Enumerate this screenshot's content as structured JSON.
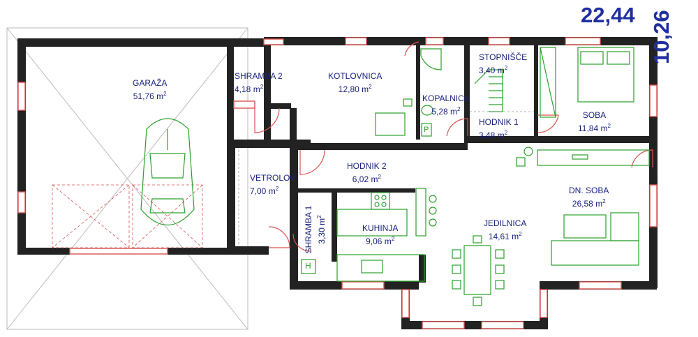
{
  "dimensions": {
    "width": "22,44",
    "height": "10,26"
  },
  "rooms": {
    "garaza": {
      "name": "GARAŽA",
      "area": "51,76 m"
    },
    "shramba2": {
      "name": "SHRAMBA 2",
      "area": "4,18 m"
    },
    "kotlovnica": {
      "name": "KOTLOVNICA",
      "area": "12,80 m"
    },
    "kopalnica": {
      "name": "KOPALNICA",
      "area": "5,28 m"
    },
    "stopnisce": {
      "name": "STOPNIŠČE",
      "area": "3,40 m"
    },
    "hodnik1": {
      "name": "HODNIK 1",
      "area": "3,48 m"
    },
    "soba": {
      "name": "SOBA",
      "area": "11,84 m"
    },
    "vetrolov": {
      "name": "VETROLOV",
      "area": "7,00 m"
    },
    "hodnik2": {
      "name": "HODNIK 2",
      "area": "6,02 m"
    },
    "dnsoba": {
      "name": "DN. SOBA",
      "area": "26,58 m"
    },
    "shramba1": {
      "name": "SHRAMBA 1",
      "area": "3,30 m"
    },
    "kuhinja": {
      "name": "KUHINJA",
      "area": "9,06 m"
    },
    "jedilnica": {
      "name": "JEDILNICA",
      "area": "14,61 m"
    }
  },
  "area_unit_exponent": "2",
  "symbols": {
    "parking": "P",
    "heater": "H"
  },
  "colors": {
    "wall": "#222222",
    "window": "#d9534f",
    "furniture": "#2aa02a",
    "label": "#1a237e",
    "dimension": "#1f2fa0"
  }
}
